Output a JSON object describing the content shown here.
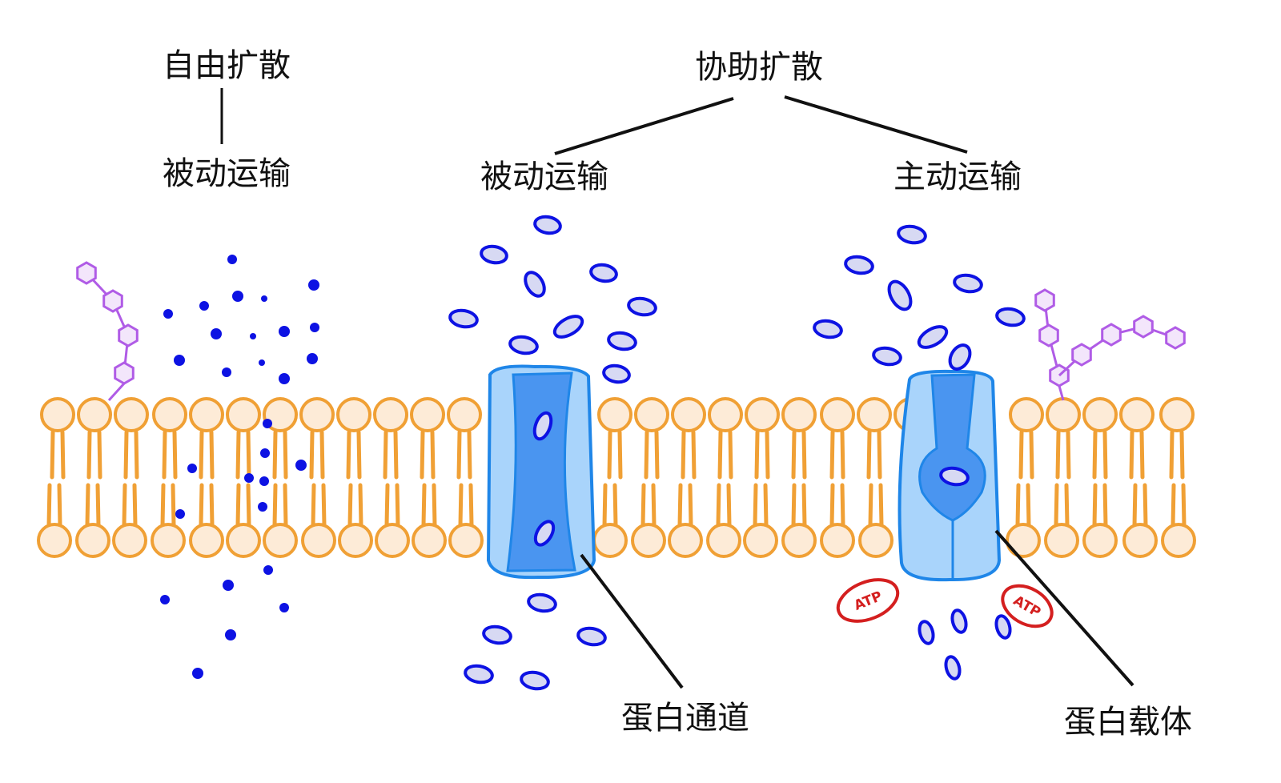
{
  "labels": {
    "simple_diffusion": "自由扩散",
    "simple_passive": "被动运输",
    "facilitated_diffusion": "协助扩散",
    "facilitated_passive": "被动运输",
    "active_transport": "主动运输",
    "channel_protein": "蛋白通道",
    "carrier_protein": "蛋白载体",
    "atp_left": "ATP",
    "atp_right": "ATP"
  },
  "colors": {
    "lipid": "#f0a035",
    "lipid_head_fill": "#fdebd7",
    "protein_light": "#a9d4fb",
    "protein_dark": "#4a95f0",
    "protein_outline": "#1f86e8",
    "molecule": "#0d12e3",
    "molecule_fill": "#d7d9f3",
    "glycolipid": "#b05ce6",
    "atp": "#d41f1f",
    "line": "#111111"
  },
  "icons": {
    "phospholipid": "phospholipid-icon",
    "channel": "channel-protein-icon",
    "carrier": "carrier-protein-icon",
    "atp": "atp-icon",
    "sugar_chain": "sugar-chain-icon"
  }
}
